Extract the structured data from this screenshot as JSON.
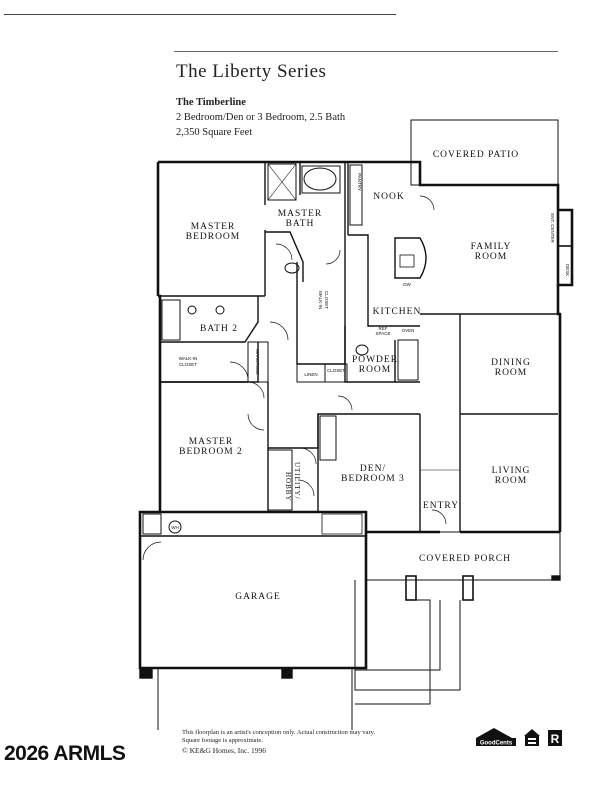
{
  "header": {
    "series_prefix": "The",
    "series_name": "Liberty Series",
    "plan_name": "The Timberline",
    "plan_rooms": "2 Bedroom/Den or 3 Bedroom, 2.5 Bath",
    "plan_size": "2,350 Square Feet"
  },
  "rooms": {
    "covered_patio": "COVERED PATIO",
    "master_bedroom_1": "MASTER",
    "master_bedroom_2": "BEDROOM",
    "master_bath_1": "MASTER",
    "master_bath_2": "BATH",
    "nook": "NOOK",
    "family_room_1": "FAMILY",
    "family_room_2": "ROOM",
    "bath2": "BATH 2",
    "kitchen": "KITCHEN",
    "powder_room_1": "POWDER",
    "powder_room_2": "ROOM",
    "dining_room_1": "DINING",
    "dining_room_2": "ROOM",
    "master_bedroom2_1": "MASTER",
    "master_bedroom2_2": "BEDROOM 2",
    "den_1": "DEN/",
    "den_2": "BEDROOM 3",
    "living_room_1": "LIVING",
    "living_room_2": "ROOM",
    "entry": "ENTRY",
    "covered_porch": "COVERED PORCH",
    "garage": "GARAGE",
    "utility_1": "UTILITY/",
    "utility_2": "HOBBY"
  },
  "small_labels": {
    "walk_in_closet_master_1": "WALK-IN",
    "walk_in_closet_master_2": "CLOSET",
    "walk_in_closet_bath2_1": "WALK-IN",
    "walk_in_closet_bath2_2": "CLOSET",
    "pantry": "PANTRY",
    "linen": "LINEN",
    "closet": "CLOSET",
    "ref_space_1": "REF",
    "ref_space_2": "SPACE",
    "oven": "OVEN",
    "dw": "DW",
    "entertainment": "ENT. CENTER",
    "desk": "DESK",
    "wardrobe": "WARDROBE",
    "wh": "WH"
  },
  "footer": {
    "disclaimer_1": "This floorplan is an artist's conception only. Actual construction may vary.",
    "disclaimer_2": "Square footage is approximate.",
    "copyright": "© KE&G Homes, Inc. 1996",
    "watermark": "2026 ARMLS",
    "logo_text": "GoodCents"
  }
}
